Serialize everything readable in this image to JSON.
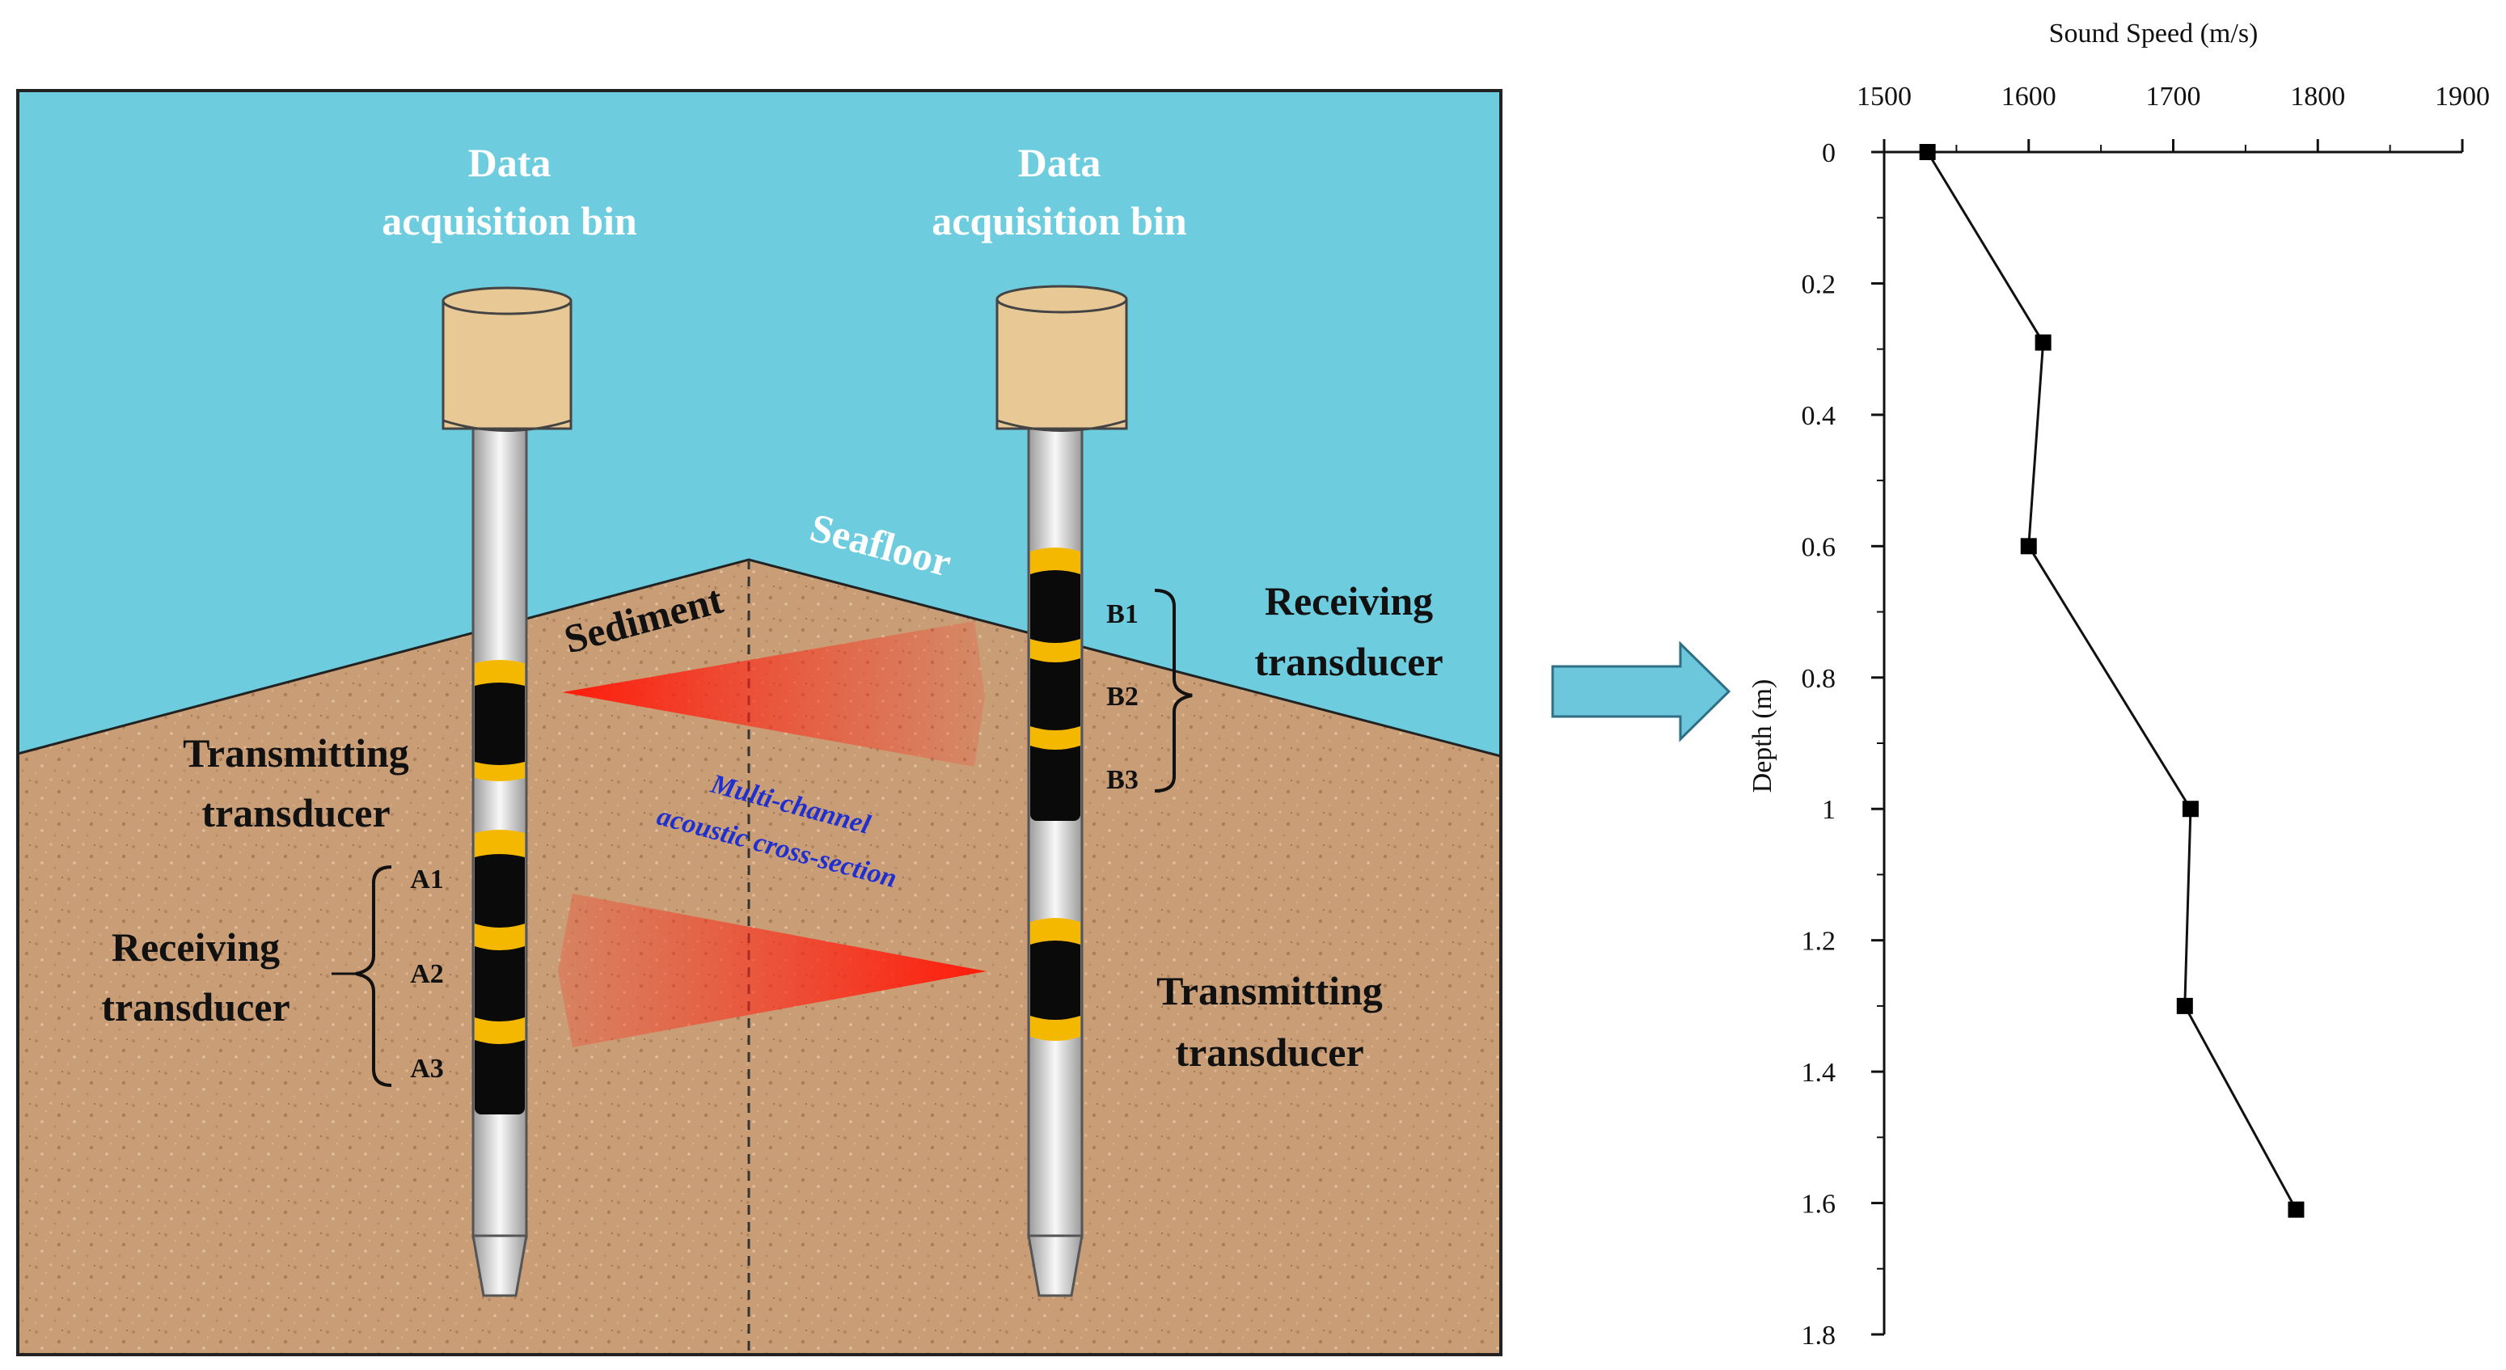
{
  "diagram": {
    "colors": {
      "water": "#6dcddf",
      "sediment": "#c99e76",
      "bin": "#e8c996",
      "band_yellow": "#f5b800",
      "band_black": "#0a0a0a",
      "beam_red": "#f02a1e",
      "arrow": "#6cc6dc",
      "multichannel_text": "#1f2fd0"
    },
    "labels": {
      "bin_left_line1": "Data",
      "bin_left_line2": "acquisition bin",
      "bin_right_line1": "Data",
      "bin_right_line2": "acquisition bin",
      "seafloor": "Seafloor",
      "sediment": "Sediment",
      "left_transmit_line1": "Transmitting",
      "left_transmit_line2": "transducer",
      "left_receive_line1": "Receiving",
      "left_receive_line2": "transducer",
      "right_receive_line1": "Receiving",
      "right_receive_line2": "transducer",
      "right_transmit_line1": "Transmitting",
      "right_transmit_line2": "transducer",
      "multichannel_line1": "Multi-channel",
      "multichannel_line2": "acoustic cross-section",
      "a1": "A1",
      "a2": "A2",
      "a3": "A3",
      "b1": "B1",
      "b2": "B2",
      "b3": "B3"
    }
  },
  "chart_data": {
    "type": "scatter",
    "mode": "line+markers",
    "title": "",
    "xlabel": "Sound Speed (m/s)",
    "ylabel": "Depth (m)",
    "x_axis_position": "top",
    "y_inverted": true,
    "xlim": [
      1500,
      1900
    ],
    "ylim": [
      0,
      1.8
    ],
    "xticks": [
      1500,
      1600,
      1700,
      1800,
      1900
    ],
    "yticks": [
      0,
      0.2,
      0.4,
      0.6,
      0.8,
      1,
      1.2,
      1.4,
      1.6,
      1.8
    ],
    "grid": false,
    "series": [
      {
        "x": [
          1530,
          1610,
          1600,
          1712,
          1708,
          1785
        ],
        "y": [
          0.0,
          0.29,
          0.6,
          1.0,
          1.3,
          1.61
        ]
      }
    ]
  }
}
